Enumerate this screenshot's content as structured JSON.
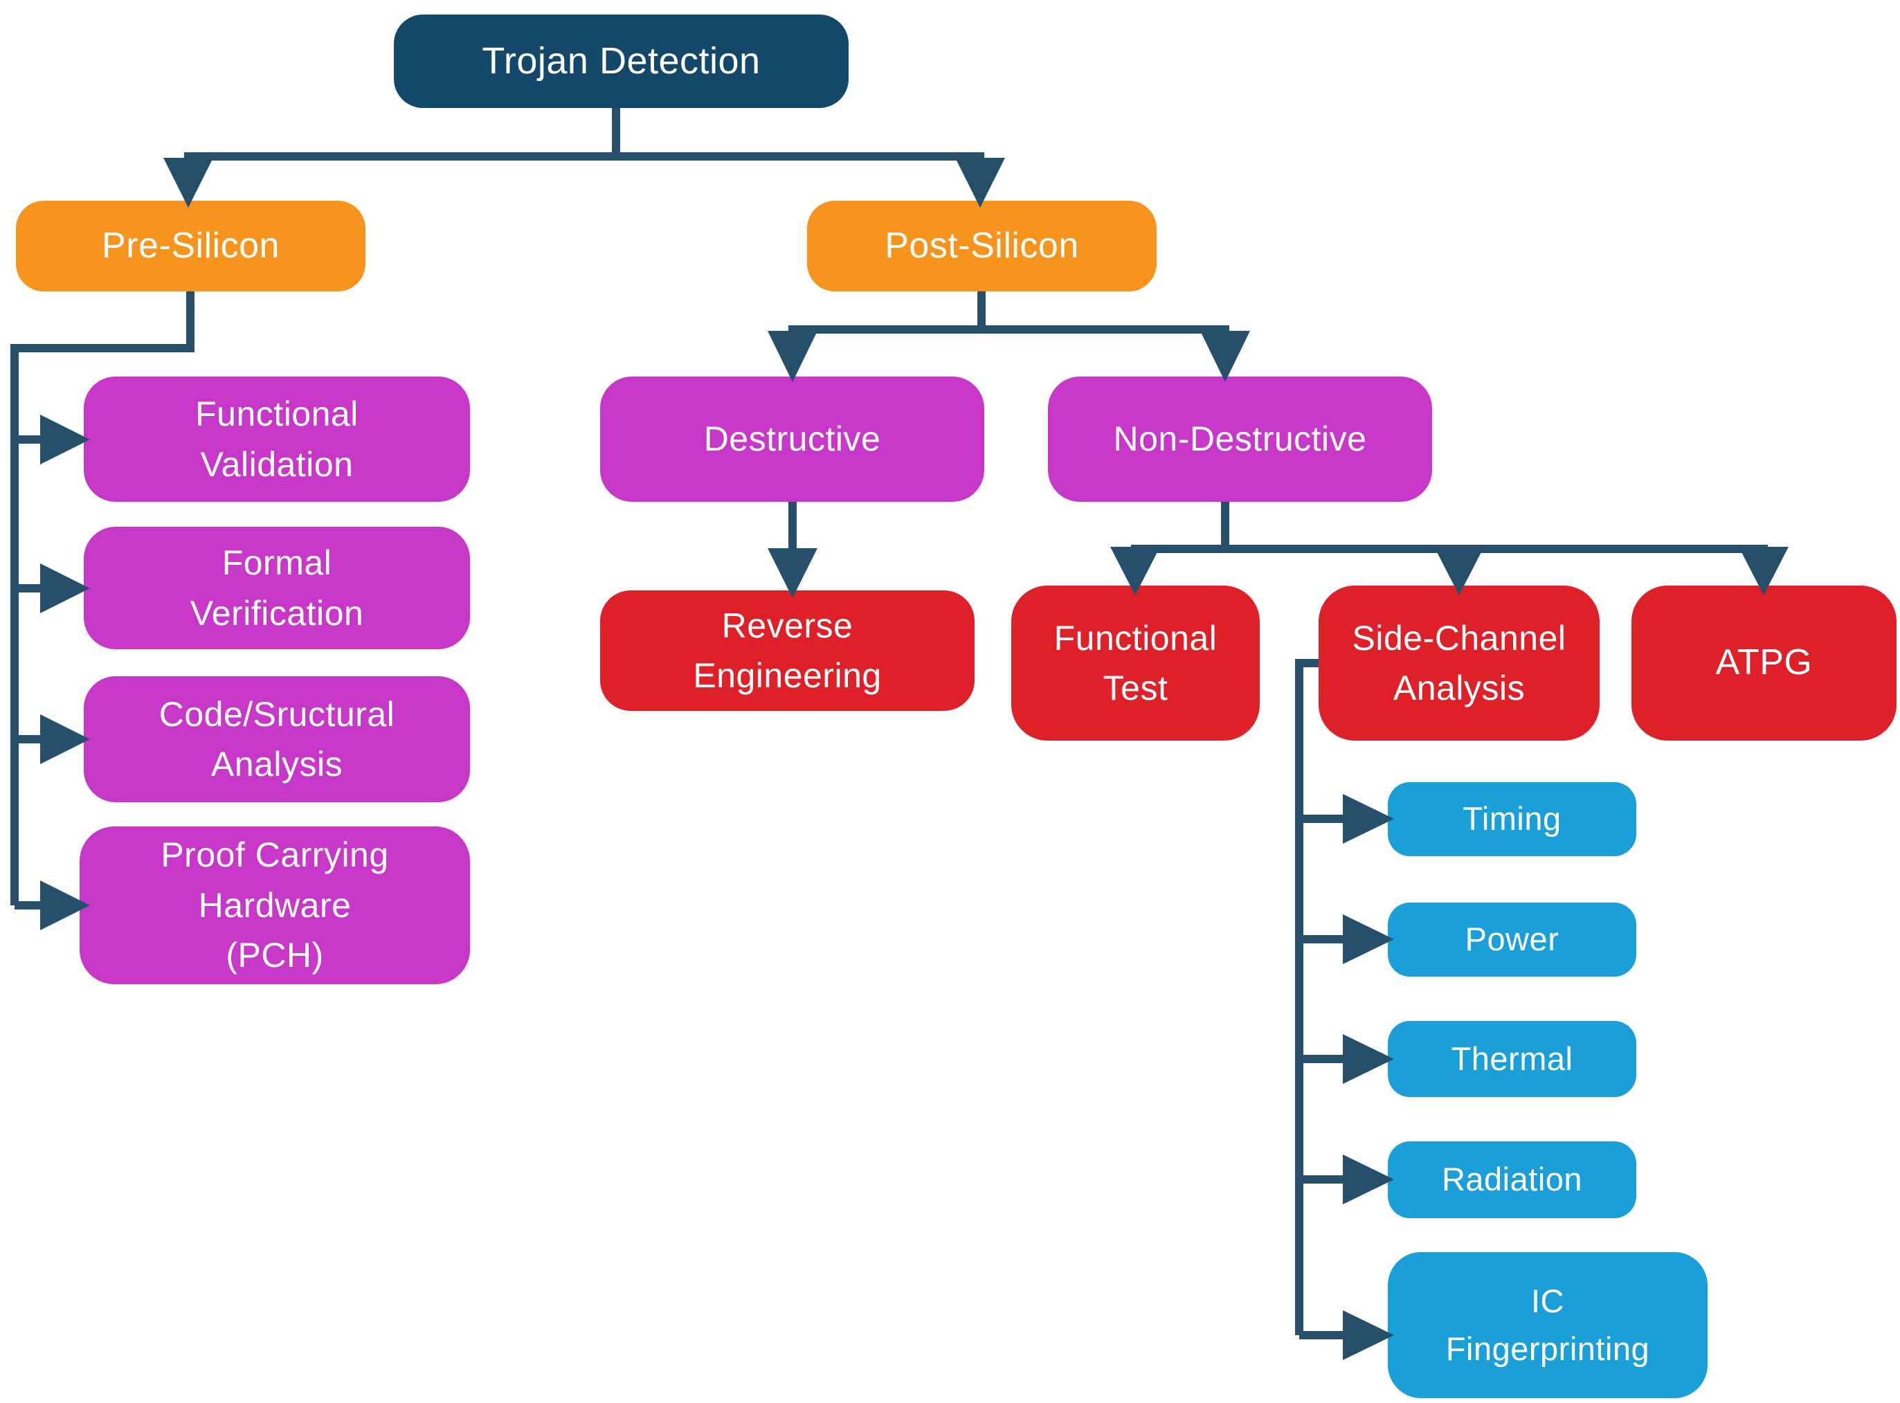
{
  "figure": {
    "title": "Trojan Detection",
    "type": "hierarchy-flowchart"
  },
  "palette": {
    "node_root": "#14486B",
    "node_level1": "#F7941E",
    "node_level2": "#C838C8",
    "node_level3": "#DE2128",
    "node_level4": "#1A9FD9",
    "connector": "#264F6B",
    "text": "#FFFFFF",
    "background": "#FFFFFF"
  },
  "nodes": {
    "trojan": {
      "label": "Trojan Detection"
    },
    "pre": {
      "label": "Pre-Silicon"
    },
    "post": {
      "label": "Post-Silicon"
    },
    "fv": {
      "label": "Functional\nValidation"
    },
    "formal": {
      "label": "Formal\nVerification"
    },
    "code": {
      "label": "Code/Sructural\nAnalysis"
    },
    "pch": {
      "label": "Proof Carrying\nHardware\n(PCH)"
    },
    "destr": {
      "label": "Destructive"
    },
    "nondestr": {
      "label": "Non-Destructive"
    },
    "reveng": {
      "label": "Reverse\nEngineering"
    },
    "functest": {
      "label": "Functional\nTest"
    },
    "sidech": {
      "label": "Side-Channel\nAnalysis"
    },
    "atpg": {
      "label": "ATPG"
    },
    "timing": {
      "label": "Timing"
    },
    "power": {
      "label": "Power"
    },
    "thermal": {
      "label": "Thermal"
    },
    "radiation": {
      "label": "Radiation"
    },
    "icfp": {
      "label": "IC\nFingerprinting"
    }
  },
  "tree": {
    "label": "Trojan Detection",
    "children": [
      {
        "label": "Pre-Silicon",
        "children": [
          {
            "label": "Functional Validation"
          },
          {
            "label": "Formal Verification"
          },
          {
            "label": "Code/Sructural Analysis"
          },
          {
            "label": "Proof Carrying Hardware (PCH)"
          }
        ]
      },
      {
        "label": "Post-Silicon",
        "children": [
          {
            "label": "Destructive",
            "children": [
              {
                "label": "Reverse Engineering"
              }
            ]
          },
          {
            "label": "Non-Destructive",
            "children": [
              {
                "label": "Functional Test"
              },
              {
                "label": "Side-Channel Analysis",
                "children": [
                  {
                    "label": "Timing"
                  },
                  {
                    "label": "Power"
                  },
                  {
                    "label": "Thermal"
                  },
                  {
                    "label": "Radiation"
                  },
                  {
                    "label": "IC Fingerprinting"
                  }
                ]
              },
              {
                "label": "ATPG"
              }
            ]
          }
        ]
      }
    ]
  }
}
